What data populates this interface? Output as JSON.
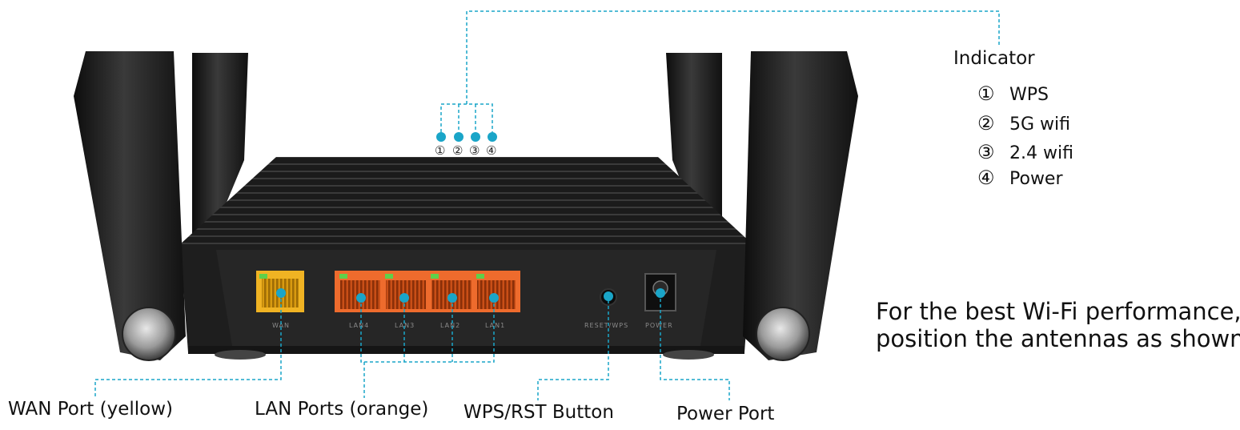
{
  "indicator": {
    "title": "Indicator",
    "items": [
      {
        "num": "①",
        "label": "WPS"
      },
      {
        "num": "②",
        "label": "5G wifi"
      },
      {
        "num": "③",
        "label": "2.4 wifi"
      },
      {
        "num": "④",
        "label": "Power"
      }
    ],
    "led_numbers": [
      "①",
      "②",
      "③",
      "④"
    ]
  },
  "callouts": {
    "wan": "WAN Port (yellow)",
    "lan": "LAN Ports (orange)",
    "wps_rst": "WPS/RST Button",
    "power": "Power Port"
  },
  "note": {
    "line1": "For the best Wi-Fi performance,",
    "line2": "position the antennas as shown."
  },
  "router_labels": {
    "wan": "WAN",
    "lan4": "LAN4",
    "lan3": "LAN3",
    "lan2": "LAN2",
    "lan1": "LAN1",
    "reset": "RESET/WPS",
    "power": "POWER"
  },
  "colors": {
    "accent": "#1aa5c8",
    "wan_port": "#f0b323",
    "lan_port": "#ee6b2d",
    "led": "#5fd04a",
    "router_body": "#1e1e1e"
  }
}
